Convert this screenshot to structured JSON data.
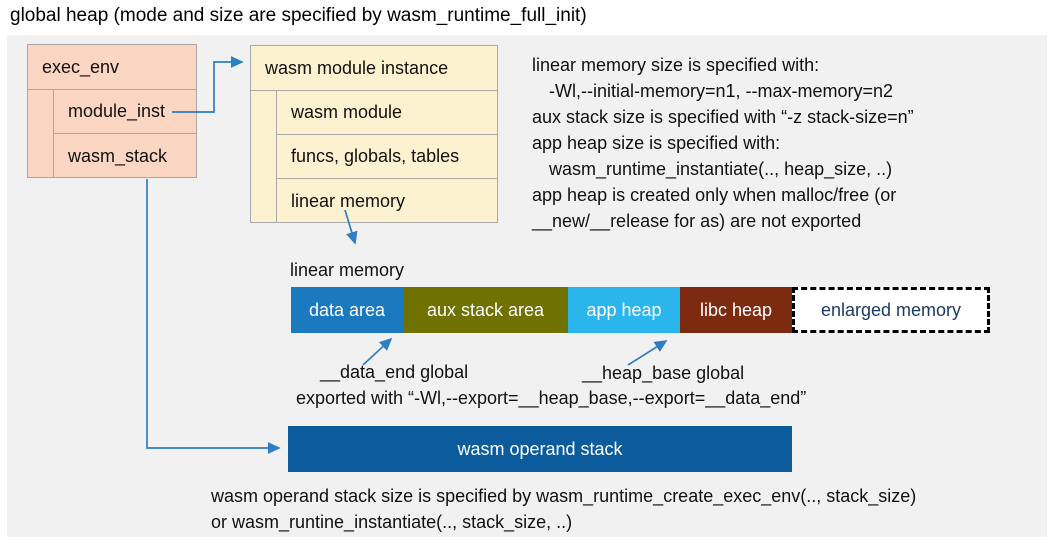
{
  "title": "global heap (mode and size are specified by wasm_runtime_full_init)",
  "exec_env_box": {
    "header": "exec_env",
    "rows": [
      "module_inst",
      "wasm_stack"
    ]
  },
  "module_instance_box": {
    "header": "wasm module instance",
    "rows": [
      "wasm module",
      "funcs, globals, tables",
      "linear memory"
    ]
  },
  "memory_notes": {
    "lines": [
      "linear memory size is specified with:",
      "-Wl,--initial-memory=n1, --max-memory=n2",
      "aux stack size is specified with “-z stack-size=n”",
      "app heap size is specified with:",
      "wasm_runtime_instantiate(.., heap_size, ..)",
      "app heap is created only when malloc/free (or",
      "__new/__release for as) are not exported"
    ]
  },
  "linear_memory": {
    "label": "linear memory",
    "segments": [
      {
        "label": "data area",
        "color": "#1b79bf"
      },
      {
        "label": "aux stack area",
        "color": "#6f7100"
      },
      {
        "label": "app heap",
        "color": "#2ab6ec"
      },
      {
        "label": "libc heap",
        "color": "#7c2a10"
      }
    ],
    "enlarged": {
      "label": "enlarged memory",
      "text_color": "#1c3a63"
    }
  },
  "globals_annotation": {
    "data_end": "__data_end global",
    "heap_base": "__heap_base global",
    "exported": "exported with “-Wl,--export=__heap_base,--export=__data_end”"
  },
  "operand_stack": {
    "label": "wasm operand stack",
    "bar_color": "#0c5b9c",
    "notes": [
      "wasm operand stack size is specified by wasm_runtime_create_exec_env(.., stack_size)",
      "or wasm_runtine_instantiate(.., stack_size, ..)"
    ]
  },
  "colors": {
    "panel_bg": "#f1f1f2",
    "box_peach": "#fbd6c3",
    "box_cream": "#fdf2d0",
    "box_border": "#a9a9a9",
    "connector": "#2e7ec4"
  }
}
